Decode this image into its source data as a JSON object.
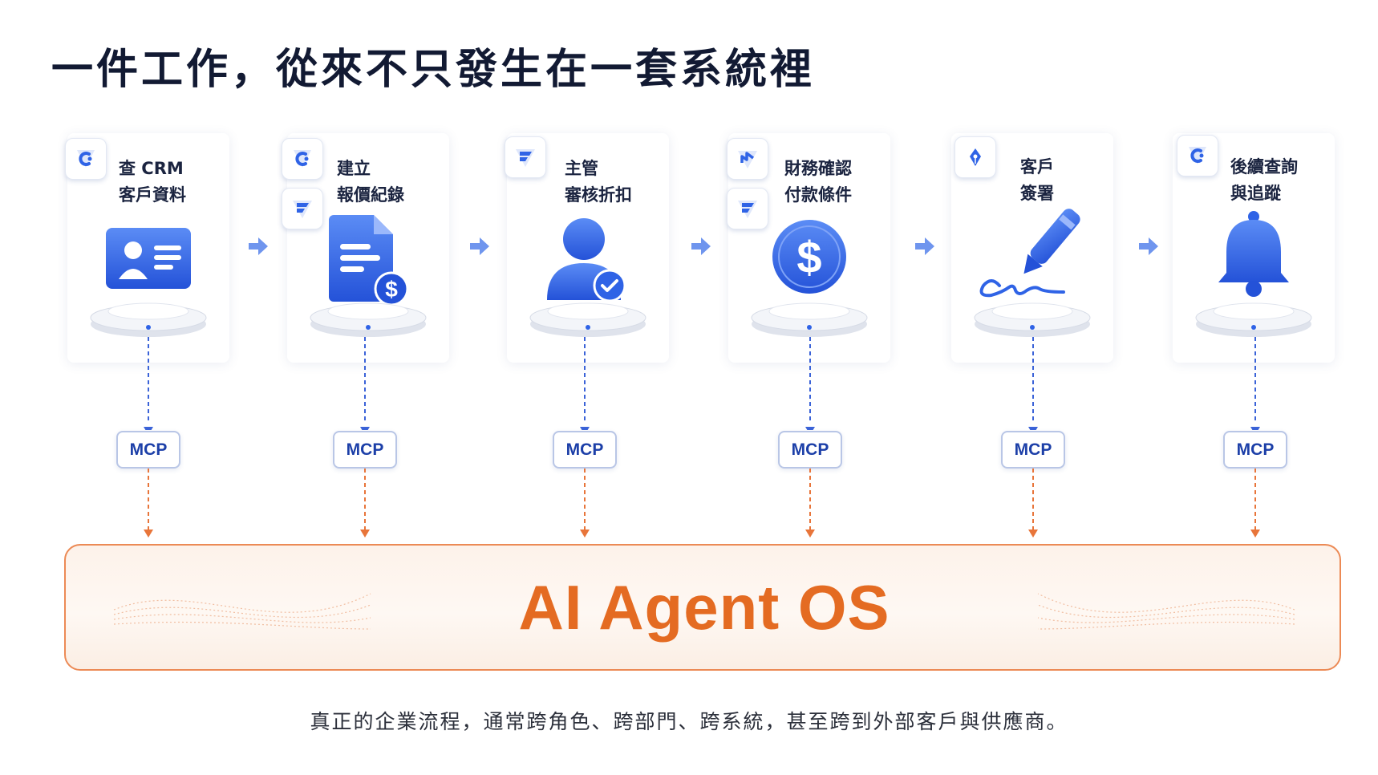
{
  "title": "一件工作，從來不只發生在一套系統裡",
  "steps": [
    {
      "line1": "查 CRM",
      "line2": "客戶資料",
      "icons": [
        "crm-logo-icon"
      ],
      "illustration": "contact-card-icon"
    },
    {
      "line1": "建立",
      "line2": "報價紀錄",
      "icons": [
        "crm-logo-icon",
        "form-logo-icon"
      ],
      "illustration": "quote-document-icon"
    },
    {
      "line1": "主管",
      "line2": "審核折扣",
      "icons": [
        "form-logo-icon"
      ],
      "illustration": "approver-user-icon"
    },
    {
      "line1": "財務確認",
      "line2": "付款條件",
      "icons": [
        "finance-logo-icon",
        "form-logo-icon"
      ],
      "illustration": "dollar-coin-icon"
    },
    {
      "line1": "客戶",
      "line2": "簽署",
      "icons": [
        "pen-nib-logo-icon"
      ],
      "illustration": "signature-pen-icon"
    },
    {
      "line1": "後續查詢",
      "line2": "與追蹤",
      "icons": [
        "crm-logo-icon"
      ],
      "illustration": "bell-icon"
    }
  ],
  "connector_label": "MCP",
  "os_label": "AI Agent OS",
  "caption": "真正的企業流程，通常跨角色、跨部門、跨系統，甚至跨到外部客戶與供應商。",
  "colors": {
    "primary_blue": "#2f63e6",
    "accent_orange": "#e46b22",
    "title_text": "#121a33"
  }
}
